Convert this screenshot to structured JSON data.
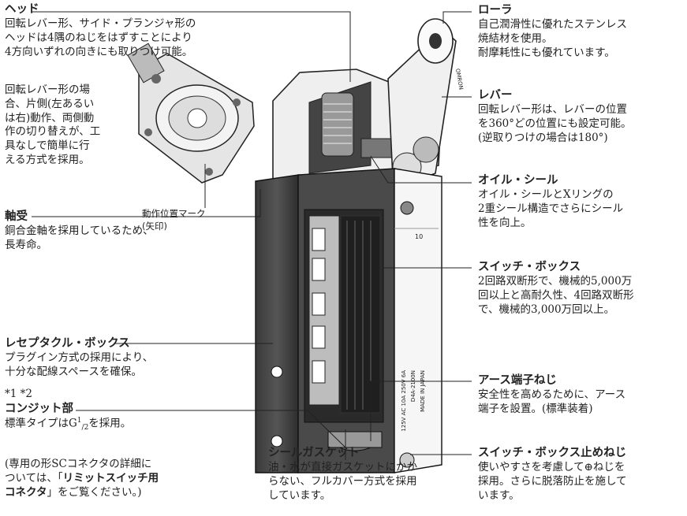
{
  "left": {
    "head": {
      "title": "ヘッド",
      "lines": [
        "回転レバー形、サイド・プランジャ形の",
        "ヘッドは4隅のねじをはずすことにより",
        "4方向いずれの向きにも取りつけ可能。"
      ]
    },
    "rotary": {
      "lines": [
        "回転レバー形の場",
        "合、片側(左あるい",
        "は右)動作、両側動",
        "作の切り替えが、工",
        "具なしで簡単に行",
        "える方式を採用。"
      ]
    },
    "mark": {
      "lines": [
        "動作位置マーク",
        "(矢印)"
      ]
    },
    "bearing": {
      "title": "軸受",
      "lines": [
        "銅合金軸を採用しているため、",
        "長寿命。"
      ]
    },
    "receptacle": {
      "title": "レセプタクル・ボックス",
      "lines": [
        "プラグイン方式の採用により、",
        "十分な配線スペースを確保。"
      ]
    },
    "conduit": {
      "refs": "*1 *2",
      "title": "コンジット部",
      "line1_prefix": "標準タイプはG",
      "line1_sup": "1",
      "line1_sub": "/2",
      "line1_suffix": "を採用。",
      "note_lines": [
        "(専用の形SCコネクタの詳細に",
        "ついては、「"
      ],
      "note_link_a": "リミットスイッチ用",
      "note_link_b": "コネクタ",
      "note_end": "」をご覧ください。)"
    }
  },
  "center": {
    "gasket": {
      "title": "シールガスケット",
      "lines": [
        "油・水が直接ガスケットにかか",
        "らない、フルカバー方式を採用",
        "しています。"
      ]
    }
  },
  "right": {
    "roller": {
      "title": "ローラ",
      "lines": [
        "自己潤滑性に優れたステンレス",
        "焼結材を使用。",
        "耐摩耗性にも優れています。"
      ]
    },
    "lever": {
      "title": "レバー",
      "lines": [
        "回転レバー形は、レバーの位置",
        "を360°どの位置にも設定可能。",
        "(逆取りつけの場合は180°)"
      ]
    },
    "oilseal": {
      "title": "オイル・シール",
      "lines": [
        "オイル・シールとXリングの",
        "2重シール構造でさらにシール",
        "性を向上。"
      ]
    },
    "switchbox": {
      "title": "スイッチ・ボックス",
      "lines": [
        "2回路双断形で、機械的5,000万",
        "回以上と高耐久性、4回路双断形",
        "で、機械的3,000万回以上。"
      ]
    },
    "earth": {
      "title": "アース端子ねじ",
      "lines": [
        "安全性を高めるために、アース",
        "端子を設置。(標準装着)"
      ]
    },
    "stopscrew": {
      "title": "スイッチ・ボックス止めねじ",
      "lines": [
        "使いやすさを考慮して⊕ねじを",
        "採用。さらに脱落防止を施して",
        "います。"
      ]
    }
  },
  "device_markings": {
    "brand": "OMRON",
    "model": "D4A-2100N",
    "rating": "125V AC 10A 250V 6A",
    "origin": "MADE IN JAPAN",
    "plate": "10"
  }
}
